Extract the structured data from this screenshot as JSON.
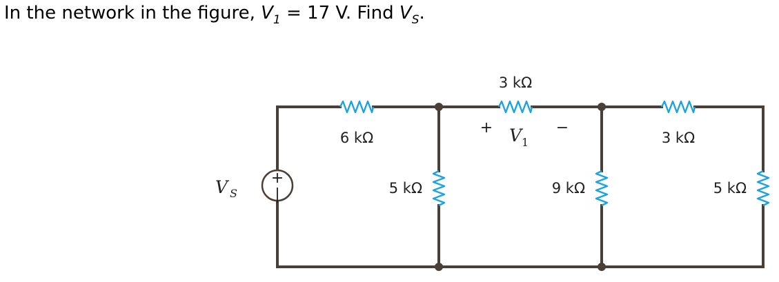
{
  "question": {
    "prefix": "In the network in the figure, ",
    "v1_symbol": "V",
    "v1_subscript": "1",
    "equals_value": " = 17 V. Find ",
    "vs_symbol": "V",
    "vs_subscript": "S",
    "suffix": "."
  },
  "circuit": {
    "resistors": {
      "series_left": "6 kΩ",
      "shunt_left": "5 kΩ",
      "series_middle": "3 kΩ",
      "shunt_middle": "9 kΩ",
      "series_right": "3 kΩ",
      "shunt_right": "5 kΩ"
    },
    "v1_label": {
      "symbol": "V",
      "subscript": "1",
      "plus": "+",
      "minus": "−"
    },
    "source_label": {
      "symbol": "V",
      "subscript": "S",
      "plus": "+",
      "minus": "|"
    },
    "colors": {
      "wire": "#4a3f36",
      "resistor": "#1aa3e0"
    }
  }
}
